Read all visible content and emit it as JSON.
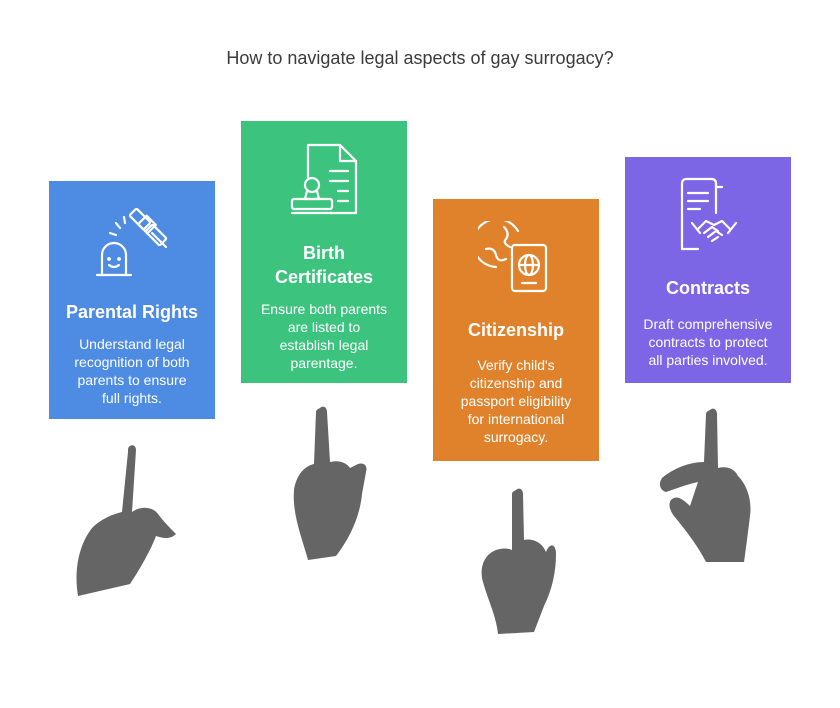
{
  "title": "How to navigate legal aspects of gay surrogacy?",
  "colors": {
    "parental_rights": "#4e8be3",
    "birth_certificates": "#3cc47e",
    "citizenship": "#e0822c",
    "contracts": "#7d66e6",
    "hand": "#656565"
  },
  "cards": [
    {
      "title": "Parental Rights",
      "description": "Understand legal\nrecognition of both\nparents to ensure\nfull rights.",
      "icon": "gavel-icon"
    },
    {
      "title": "Birth\nCertificates",
      "description": "Ensure both parents\nare listed to\nestablish legal\nparentage.",
      "icon": "document-stamp-icon"
    },
    {
      "title": "Citizenship",
      "description": "Verify child's\ncitizenship and\npassport eligibility\nfor international\nsurrogacy.",
      "icon": "globe-passport-icon"
    },
    {
      "title": "Contracts",
      "description": "Draft comprehensive\ncontracts to protect\nall parties involved.",
      "icon": "contract-handshake-icon"
    }
  ]
}
